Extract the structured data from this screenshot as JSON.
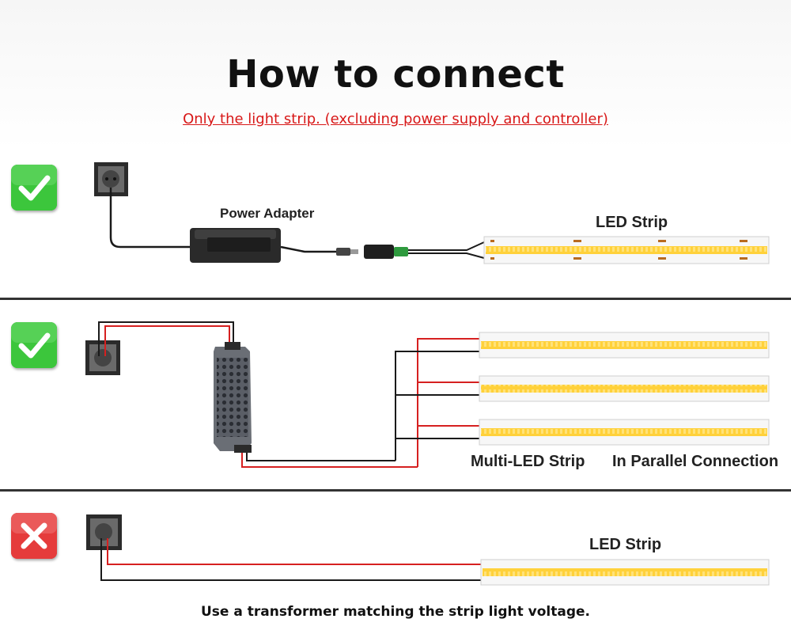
{
  "header": {
    "title": "How to connect",
    "subtitle": "Only the light strip. (excluding power supply and controller)"
  },
  "panels": [
    {
      "status": "correct",
      "status_icon": "checkmark-icon",
      "status_color": "#3cc63c",
      "labels": {
        "adapter": "Power Adapter",
        "strip": "LED Strip"
      }
    },
    {
      "status": "correct",
      "status_icon": "checkmark-icon",
      "status_color": "#3cc63c",
      "labels": {
        "multi": "Multi-LED Strip",
        "parallel": "In Parallel Connection"
      }
    },
    {
      "status": "incorrect",
      "status_icon": "cross-icon",
      "status_color": "#e53b3b",
      "labels": {
        "strip": "LED Strip"
      }
    }
  ],
  "footer": {
    "caption": "Use a transformer matching the strip light voltage."
  },
  "colors": {
    "wire_red": "#d62020",
    "wire_black": "#1a1a1a",
    "strip_yellow": "#ffd13a",
    "strip_pad": "#b86a20"
  }
}
